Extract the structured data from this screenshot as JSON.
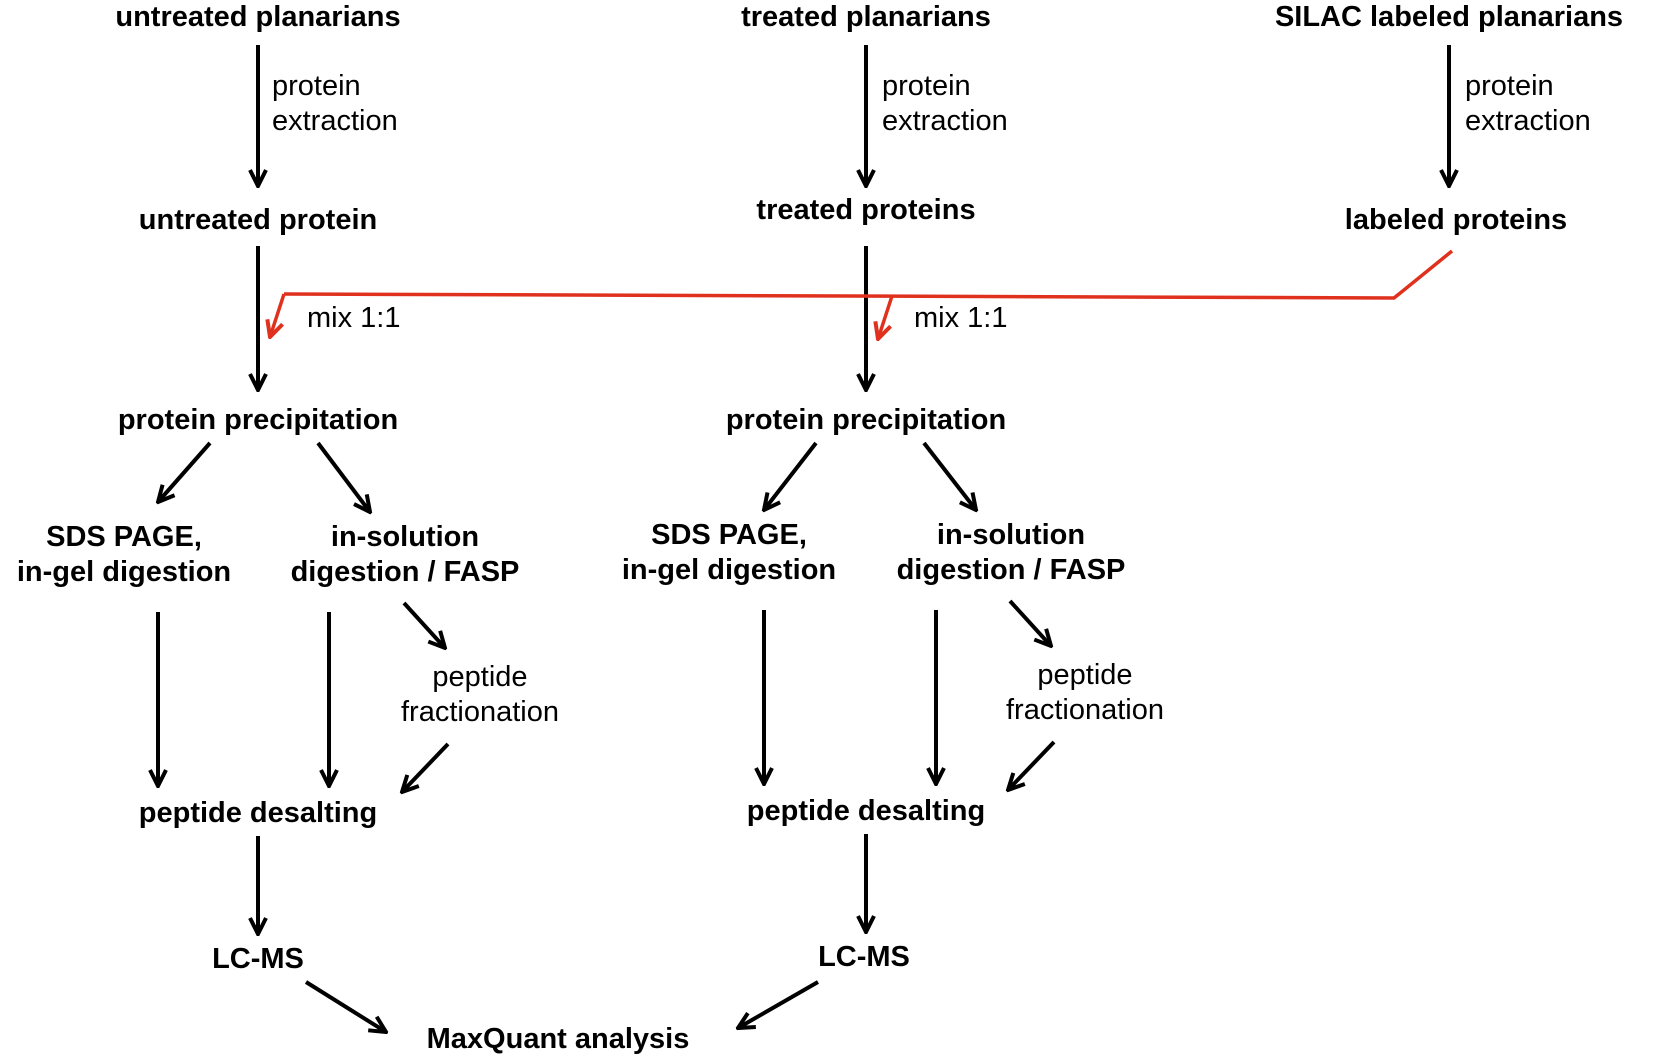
{
  "colors": {
    "arrow": "#000000",
    "mix_line": "#e0311e",
    "background": "#ffffff"
  },
  "sources": {
    "untreated_planarians": "untreated planarians",
    "treated_planarians": "treated planarians",
    "silac_planarians": "SILAC labeled planarians"
  },
  "extraction": {
    "line1": "protein",
    "line2": "extraction"
  },
  "proteins": {
    "untreated": "untreated protein",
    "treated": "treated proteins",
    "labeled": "labeled proteins"
  },
  "mix_label": "mix 1:1",
  "precipitation": "protein precipitation",
  "sds_page": {
    "line1": "SDS PAGE,",
    "line2": "in-gel digestion"
  },
  "in_solution": {
    "line1": "in-solution",
    "line2": "digestion / FASP"
  },
  "fractionation": {
    "line1": "peptide",
    "line2": "fractionation"
  },
  "desalting": "peptide desalting",
  "lcms": "LC-MS",
  "maxquant": "MaxQuant analysis"
}
